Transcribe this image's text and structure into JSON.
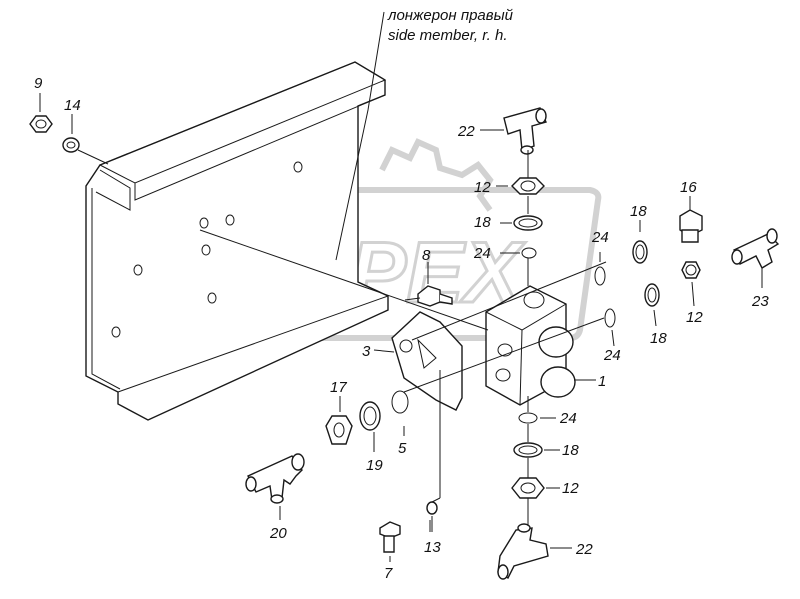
{
  "caption": {
    "line1": "лонжерон правый",
    "line2": "side member, r. h."
  },
  "watermark": "OPEX",
  "part_labels": {
    "p1": "1",
    "p3": "3",
    "p5": "5",
    "p7": "7",
    "p8": "8",
    "p9": "9",
    "p12a": "12",
    "p12b": "12",
    "p12c": "12",
    "p13": "13",
    "p14": "14",
    "p16": "16",
    "p17": "17",
    "p18a": "18",
    "p18b": "18",
    "p18c": "18",
    "p18d": "18",
    "p19": "19",
    "p20": "20",
    "p22a": "22",
    "p22b": "22",
    "p23": "23",
    "p24a": "24",
    "p24b": "24",
    "p24c": "24",
    "p24d": "24"
  }
}
